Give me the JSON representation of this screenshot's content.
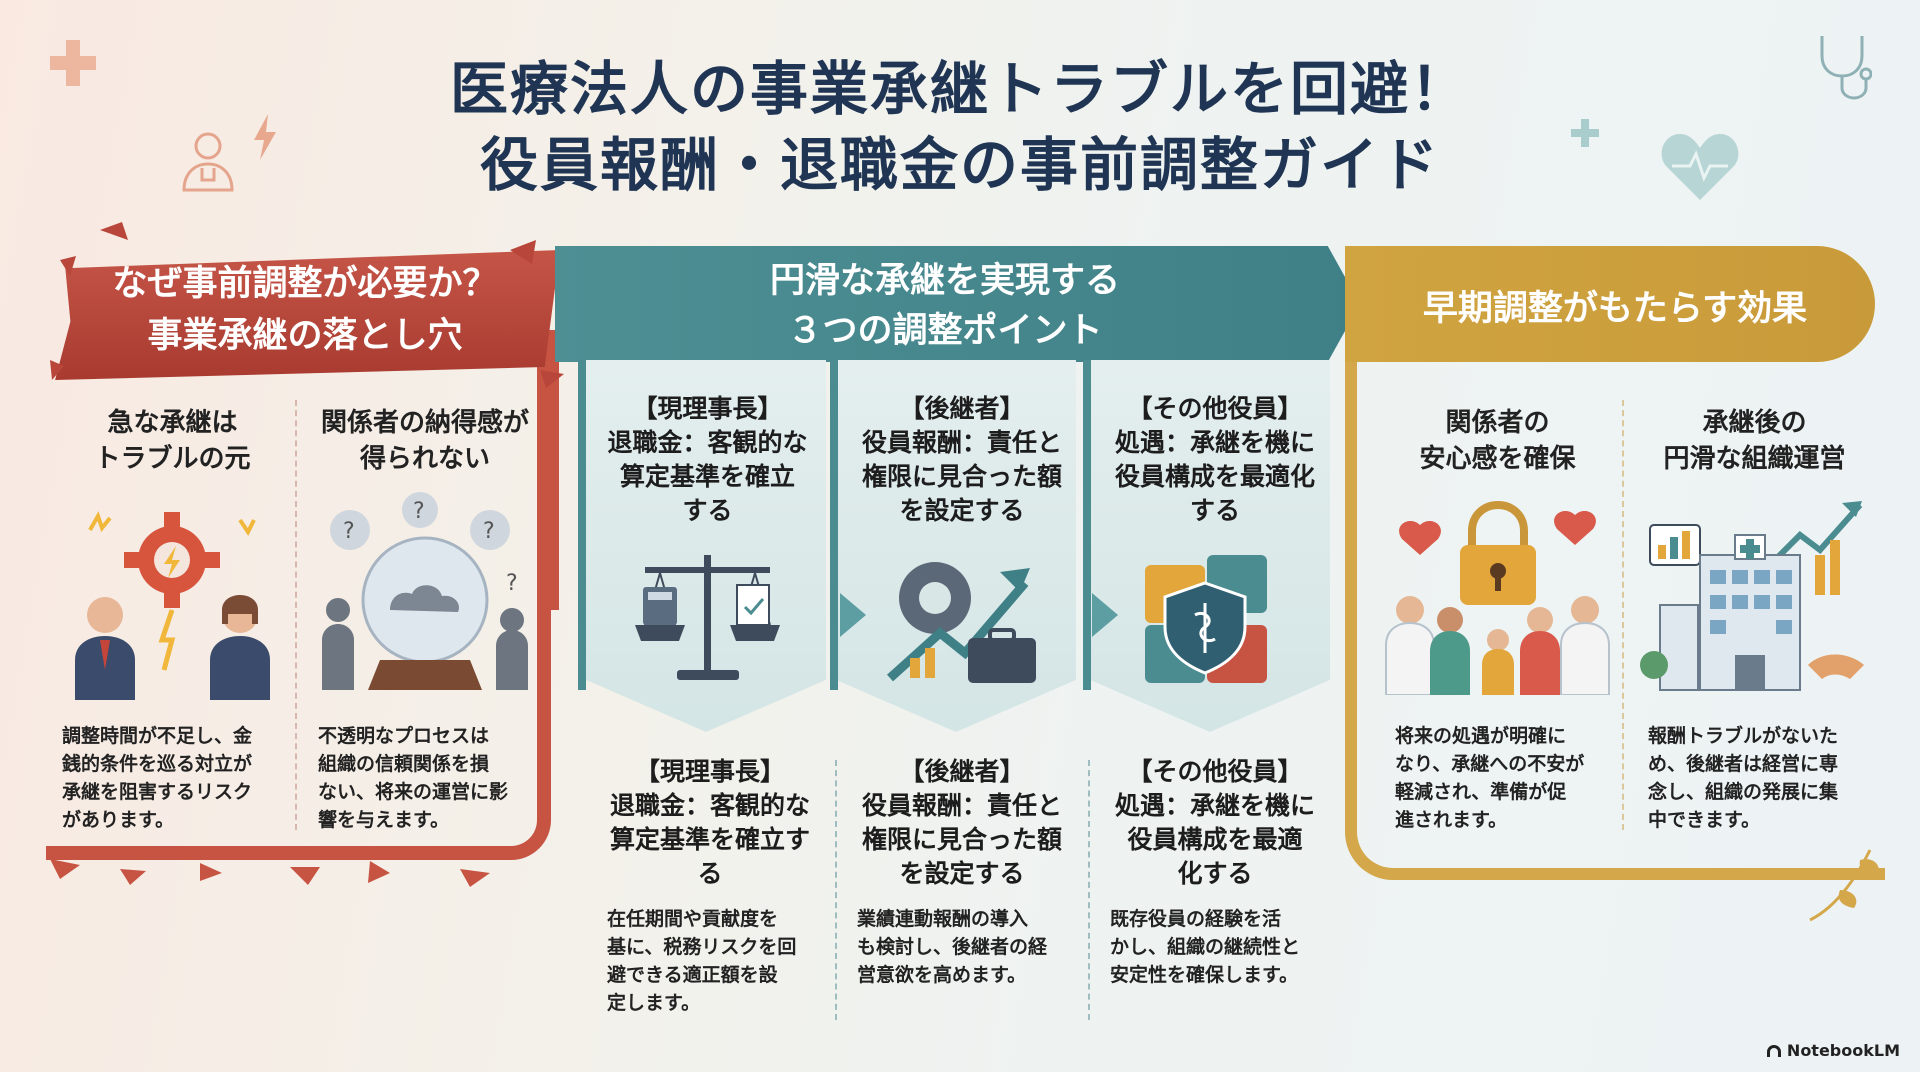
{
  "title": {
    "line1": "医療法人の事業承継トラブルを回避！",
    "line2": "役員報酬・退職金の事前調整ガイド"
  },
  "left": {
    "header_line1": "なぜ事前調整が必要か？",
    "header_line2": "事業承継の落とし穴",
    "items": [
      {
        "title_l1": "急な承継は",
        "title_l2": "トラブルの元",
        "body": [
          "調整時間が不足し、金",
          "銭的条件を巡る対立が",
          "承継を阻害するリスク",
          "があります。"
        ]
      },
      {
        "title_l1": "関係者の納得感が",
        "title_l2": "得られない",
        "body": [
          "不透明なプロセスは",
          "組織の信頼関係を損",
          "ない、将来の運営に影",
          "響を与えます。"
        ]
      }
    ]
  },
  "center": {
    "header_line1": "円滑な承継を実現する",
    "header_line2": "３つの調整ポイント",
    "columns": [
      {
        "head": [
          "【現理事長】",
          "退職金：客観的な",
          "算定基準を確立",
          "する"
        ],
        "bottom_head": [
          "【現理事長】",
          "退職金：客観的な",
          "算定基準を確立す",
          "る"
        ],
        "body": [
          "在任期間や貢献度を",
          "基に、税務リスクを回",
          "避できる適正額を設",
          "定します。"
        ]
      },
      {
        "head": [
          "【後継者】",
          "役員報酬：責任と",
          "権限に見合った額",
          "を設定する"
        ],
        "bottom_head": [
          "【後継者】",
          "役員報酬：責任と",
          "権限に見合った額",
          "を設定する"
        ],
        "body": [
          "業績連動報酬の導入",
          "も検討し、後継者の経",
          "営意欲を高めます。"
        ]
      },
      {
        "head": [
          "【その他役員】",
          "処遇：承継を機に",
          "役員構成を最適化",
          "する"
        ],
        "bottom_head": [
          "【その他役員】",
          "処遇：承継を機に",
          "役員構成を最適",
          "化する"
        ],
        "body": [
          "既存役員の経験を活",
          "かし、組織の継続性と",
          "安定性を確保します。"
        ]
      }
    ]
  },
  "right": {
    "header": "早期調整がもたらす効果",
    "items": [
      {
        "title_l1": "関係者の",
        "title_l2": "安心感を確保",
        "body": [
          "将来の処遇が明確に",
          "なり、承継への不安が",
          "軽減され、準備が促",
          "進されます。"
        ]
      },
      {
        "title_l1": "承継後の",
        "title_l2": "円滑な組織運営",
        "body": [
          "報酬トラブルがないた",
          "め、後継者は経営に専",
          "念し、組織の発展に集",
          "中できます。"
        ]
      }
    ]
  },
  "logo": "NotebookLM",
  "colors": {
    "red": "#c75443",
    "teal": "#4b8c91",
    "gold": "#d4a84a",
    "title": "#1f3553"
  }
}
